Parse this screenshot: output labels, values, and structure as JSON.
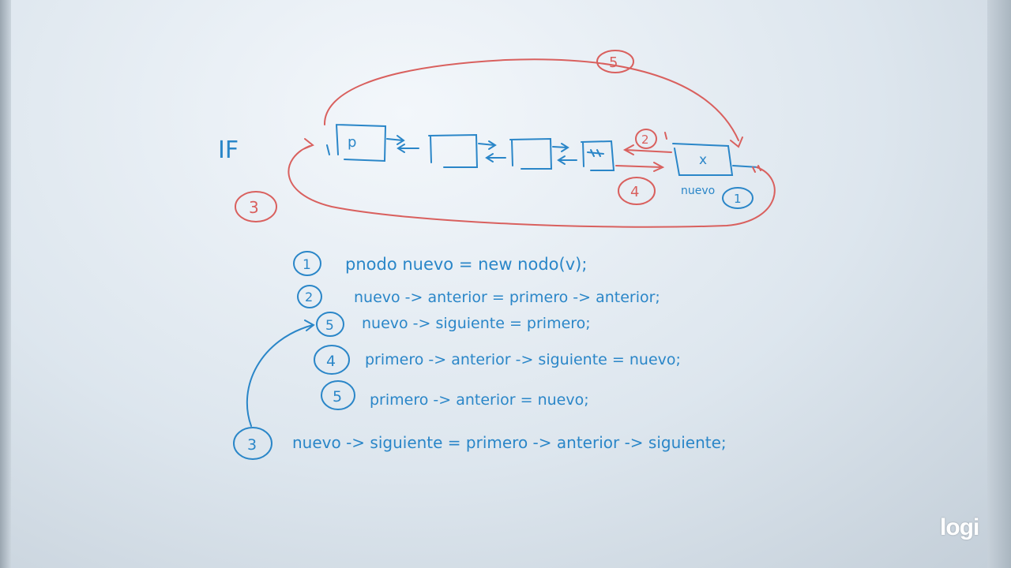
{
  "colors": {
    "blue_ink": "#2a86c8",
    "red_ink": "#d9605e",
    "board": "#e4ebf1"
  },
  "heading": "IF",
  "diagram": {
    "node_first_label": "p",
    "node_last_label": "x",
    "new_node_caption": "nuevo",
    "step_markers": [
      "1",
      "2",
      "3",
      "4",
      "5"
    ]
  },
  "steps": [
    {
      "num": "1",
      "code": "pnodo nuevo = new nodo(v);"
    },
    {
      "num": "2",
      "code": "nuevo -> anterior = primero -> anterior;"
    },
    {
      "num": "5",
      "code": "nuevo -> siguiente = primero;"
    },
    {
      "num": "4",
      "code": "primero -> anterior -> siguiente = nuevo;"
    },
    {
      "num": "5",
      "code": "primero -> anterior = nuevo;"
    },
    {
      "num": "3",
      "code": "nuevo -> siguiente = primero -> anterior -> siguiente;"
    }
  ],
  "logo": "logi"
}
